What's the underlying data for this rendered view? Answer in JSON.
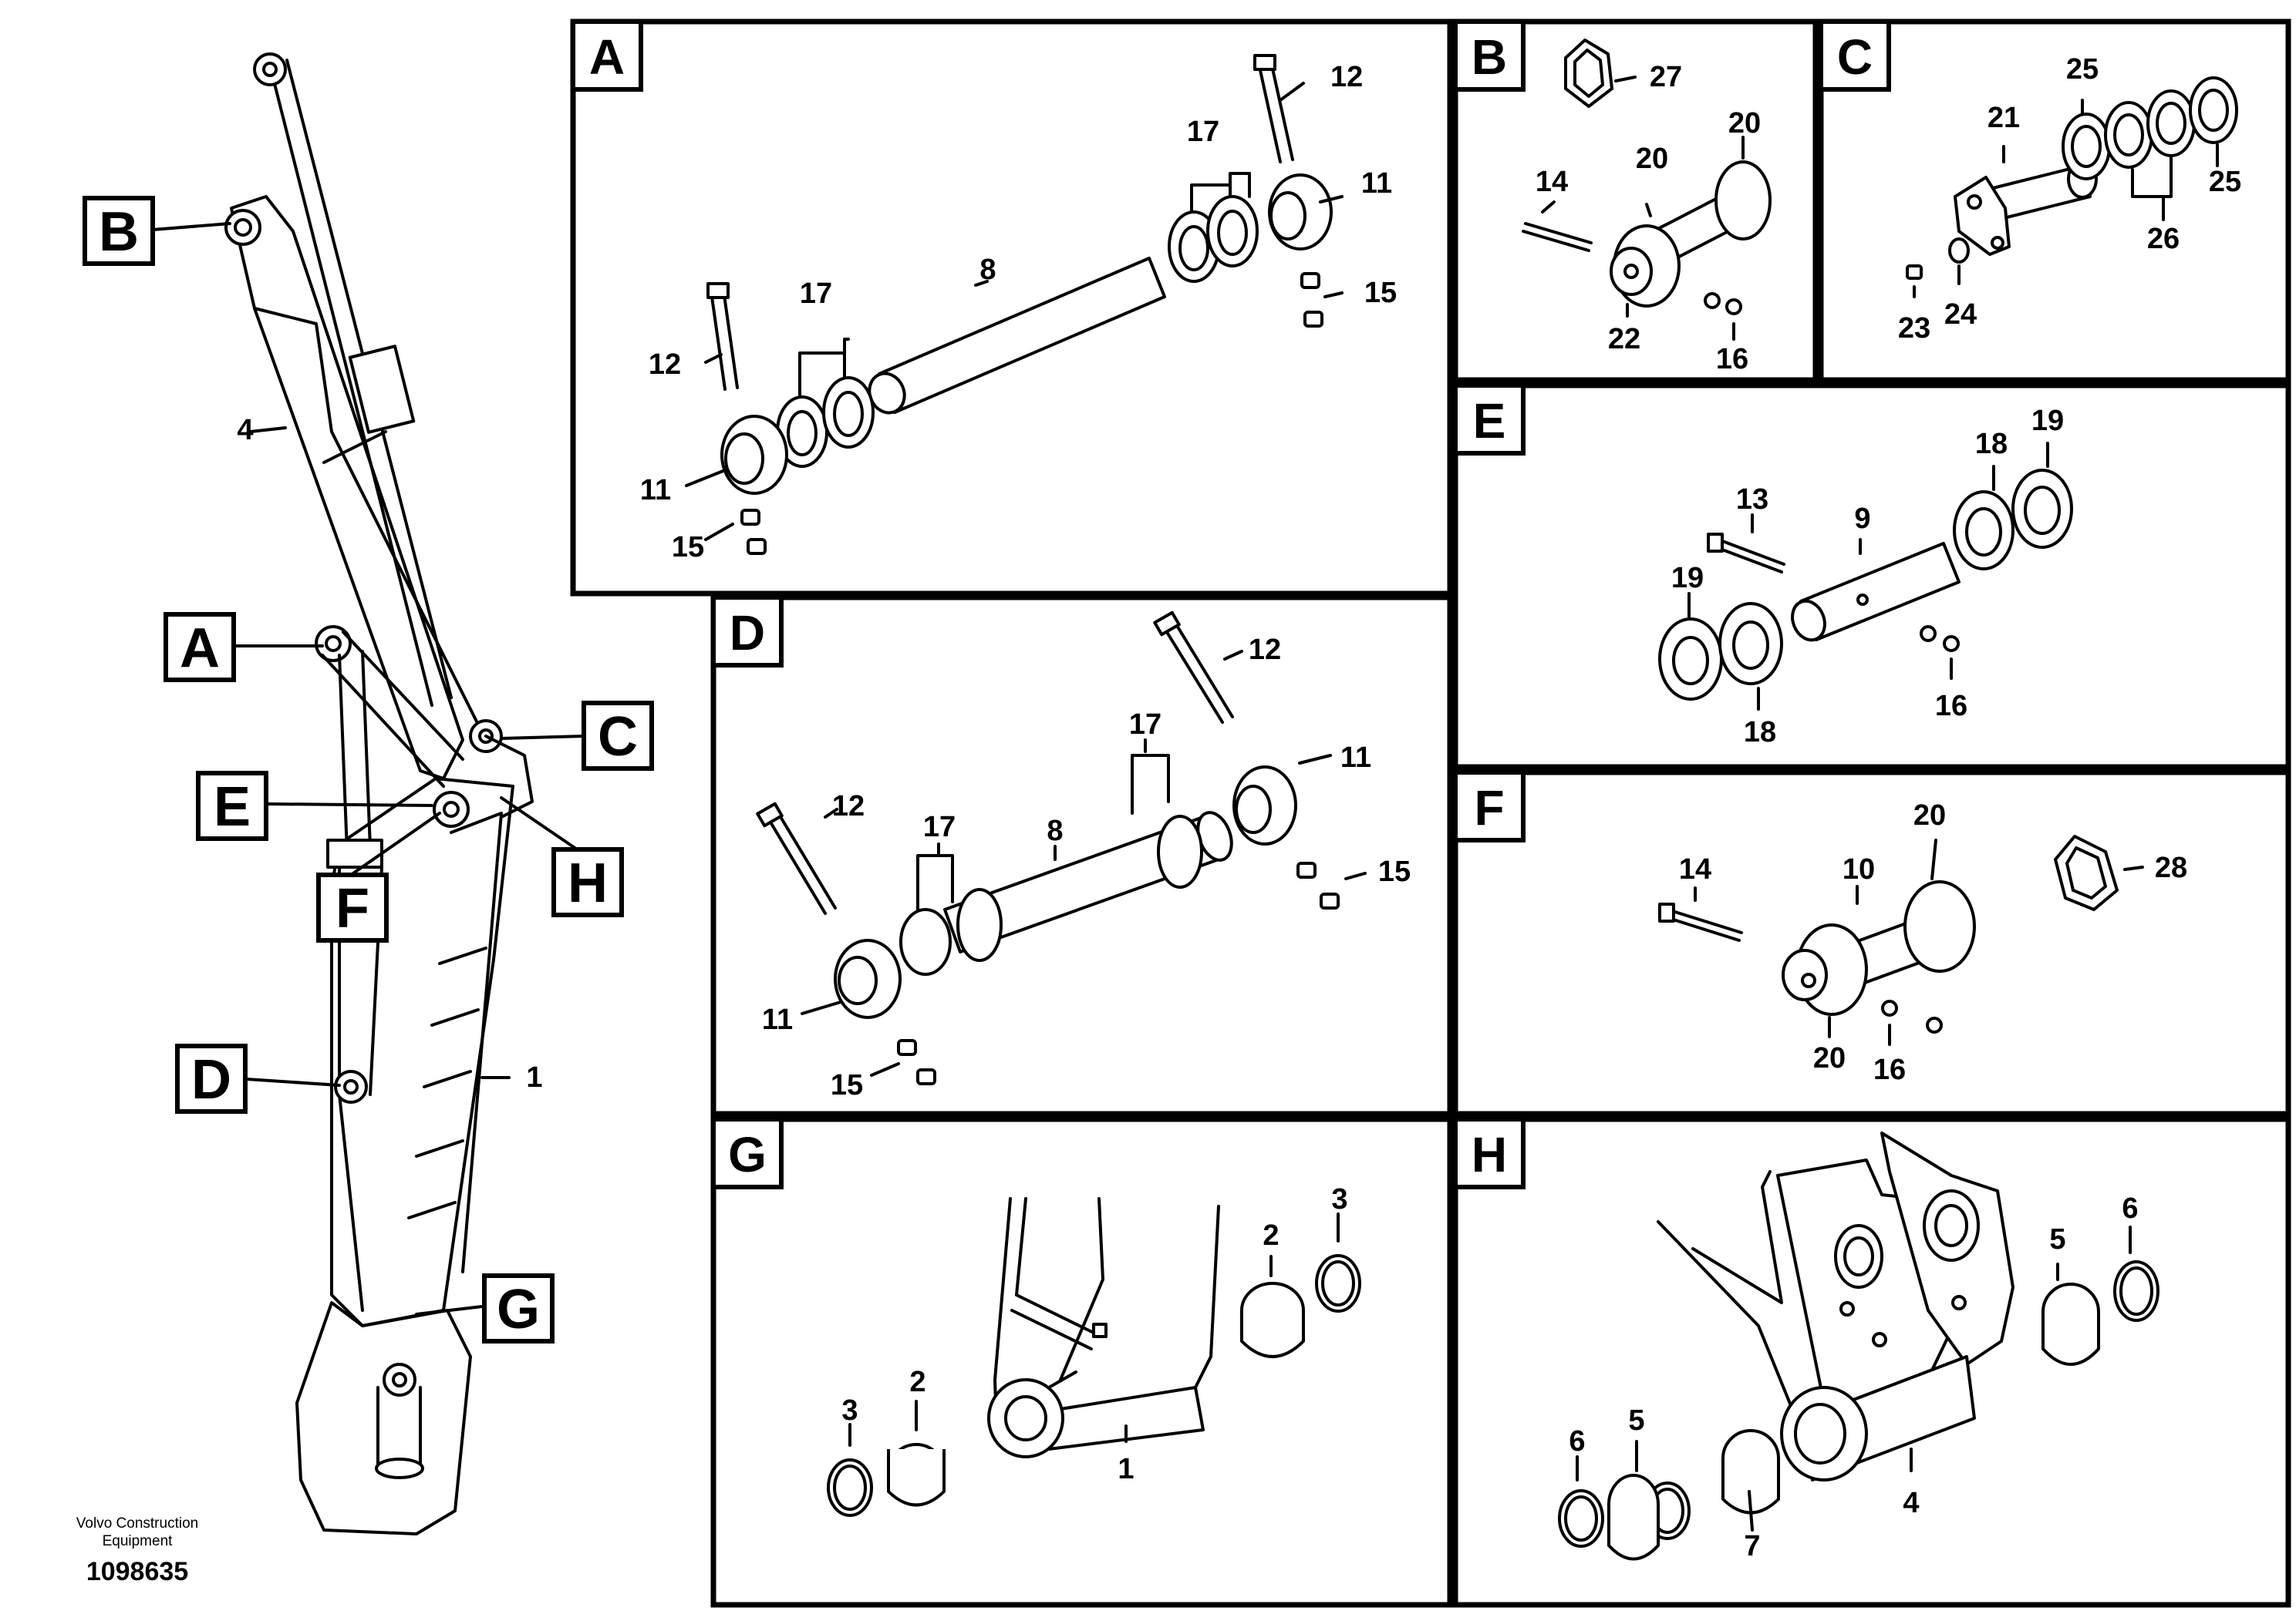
{
  "footer": {
    "company": "Volvo Construction",
    "company_line2": "Equipment",
    "document_number": "1098635"
  },
  "overview": {
    "callouts": [
      "A",
      "B",
      "C",
      "D",
      "E",
      "F",
      "G",
      "H"
    ],
    "part_labels": [
      "4",
      "1"
    ]
  },
  "panels": {
    "A": {
      "tag": "A",
      "labels": [
        "12",
        "17",
        "11",
        "15",
        "8",
        "12",
        "17",
        "11",
        "15"
      ]
    },
    "B": {
      "tag": "B",
      "labels": [
        "27",
        "20",
        "14",
        "20",
        "22",
        "16"
      ]
    },
    "C": {
      "tag": "C",
      "labels": [
        "25",
        "21",
        "25",
        "26",
        "23",
        "24"
      ]
    },
    "D": {
      "tag": "D",
      "labels": [
        "12",
        "17",
        "12",
        "17",
        "8",
        "11",
        "15",
        "11",
        "15"
      ]
    },
    "E": {
      "tag": "E",
      "labels": [
        "19",
        "18",
        "13",
        "9",
        "19",
        "18",
        "16"
      ]
    },
    "F": {
      "tag": "F",
      "labels": [
        "20",
        "14",
        "10",
        "28",
        "20",
        "16"
      ]
    },
    "G": {
      "tag": "G",
      "labels": [
        "3",
        "2",
        "3",
        "2",
        "1"
      ]
    },
    "H": {
      "tag": "H",
      "labels": [
        "6",
        "5",
        "6",
        "5",
        "7",
        "4"
      ]
    }
  }
}
